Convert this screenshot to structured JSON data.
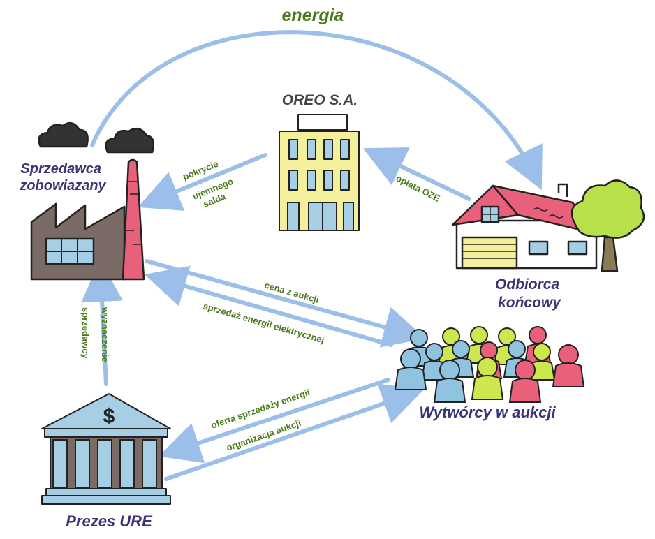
{
  "diagram": {
    "top_label": "energia",
    "nodes": {
      "seller": {
        "line1": "Sprzedawca",
        "line2": "zobowiazany"
      },
      "oreo": {
        "label": "OREO S.A."
      },
      "consumer": {
        "line1": "Odbiorca",
        "line2": "końcowy"
      },
      "producers": {
        "label": "Wytwórcy w aukcji"
      },
      "regulator": {
        "label": "Prezes URE"
      }
    },
    "edges": {
      "oreo_to_seller": {
        "line1": "pokrycie",
        "line2": "ujemnego",
        "line3": "salda"
      },
      "consumer_to_oreo": {
        "label": "opłata OZE"
      },
      "seller_to_producers": {
        "label": "cena z aukcji"
      },
      "producers_to_seller": {
        "label": "sprzedaż energii elektrycznej"
      },
      "regulator_to_seller": {
        "line1": "wyznaczenie",
        "line2": "sprzedawcy"
      },
      "producers_to_regulator": {
        "label": "oferta sprzedaży energii"
      },
      "regulator_to_producers": {
        "label": "organizacja aukcji"
      }
    },
    "colors": {
      "arrow": "#9bbfe8",
      "node_text": "#3a3575",
      "edge_text": "#4a7a1c",
      "roof_red": "#e8607a",
      "building_yellow": "#f4ef9a",
      "tree_green": "#b8e04a",
      "bank_blue": "#a6cfe6",
      "person_blue": "#8fc3e0",
      "person_green": "#cde84e",
      "person_red": "#e8607a"
    }
  }
}
